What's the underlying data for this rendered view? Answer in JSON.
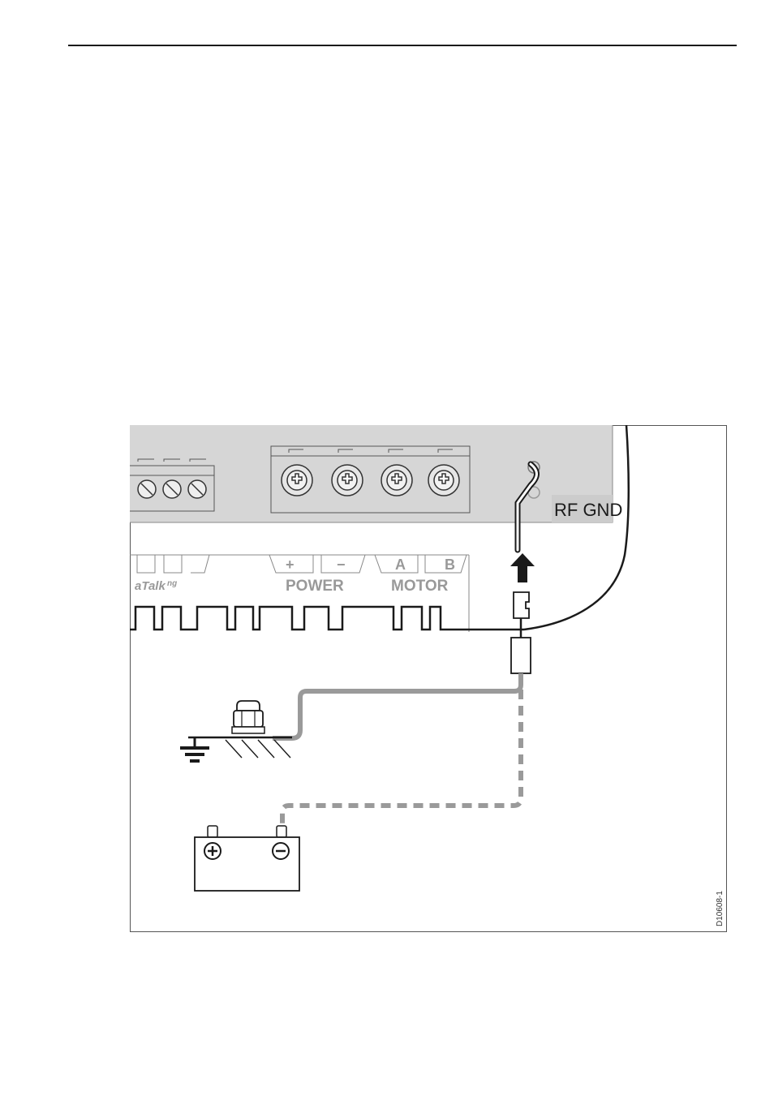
{
  "diagram": {
    "labels": {
      "atalk": "aTalk",
      "atalk_suffix": "ng",
      "plus": "+",
      "minus": "−",
      "a": "A",
      "b": "B",
      "power": "POWER",
      "motor": "MOTOR",
      "rf_gnd": "RF GND",
      "drawing_id": "D10608-1"
    },
    "colors": {
      "panel": "#d6d6d6",
      "label_box": "#cccccc",
      "ink": "#1a1a1a",
      "cable_gray": "#999999"
    },
    "icons": [
      "ground-symbol-icon",
      "battery-icon",
      "plus-terminal-icon",
      "minus-terminal-icon",
      "up-arrow-icon",
      "screw-icon"
    ]
  }
}
